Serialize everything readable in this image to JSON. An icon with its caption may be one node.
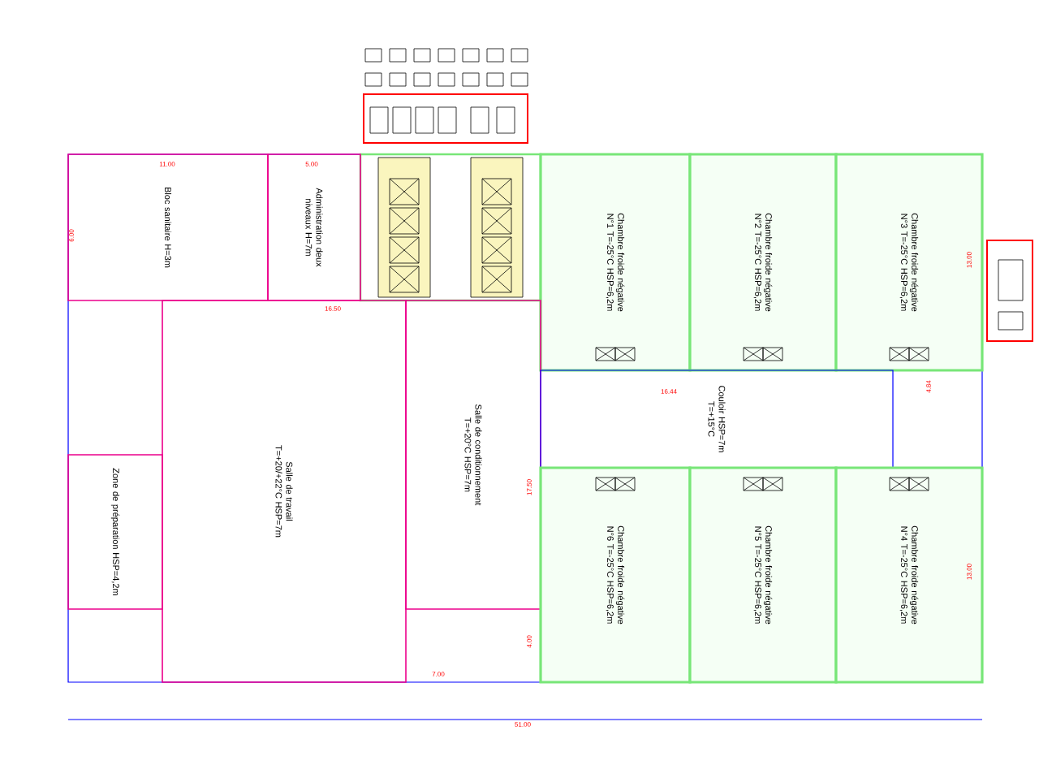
{
  "diagram": {
    "nodes": [
      {
        "text": [
          "Bloc sanitaire H=3m"
        ]
      },
      {
        "text": [
          "Administration deux niveaux H=7m"
        ]
      },
      {
        "text": [
          "Chambre froide négative N°1 T=-25°C HSP=6,2m"
        ]
      },
      {
        "text": [
          "Chambre froide négative N°2 T=-25°C HSP=6,2m"
        ]
      },
      {
        "text": [
          "Chambre froide négative N°3 T=-25°C HSP=6,2m"
        ]
      },
      {
        "text": [
          "Salle de travail T=+20/+22°C HSP=7m"
        ]
      },
      {
        "text": [
          "Salle de conditionnement T=+20°C HSP=7m"
        ]
      },
      {
        "text": [
          "Couloir HSP=7m T=+15°C"
        ]
      },
      {
        "text": [
          "Zone de préparation HSP=4,2m"
        ]
      },
      {
        "text": [
          "Chambre froide négative N°6 T=-25°C HSP=6,2m"
        ]
      },
      {
        "text": [
          "Chambre froide négative N°5 T=-25°C HSP=6,2m"
        ]
      },
      {
        "text": [
          "Chambre froide négative N°4 T=-25°C HSP=6,2m"
        ]
      }
    ],
    "labels": [
      "11.00",
      "5.00",
      "6.00",
      "16.50",
      "13.00",
      "16.44",
      "4.84",
      "17.50",
      "13.00",
      "4.00",
      "7.00",
      "51.00"
    ]
  }
}
